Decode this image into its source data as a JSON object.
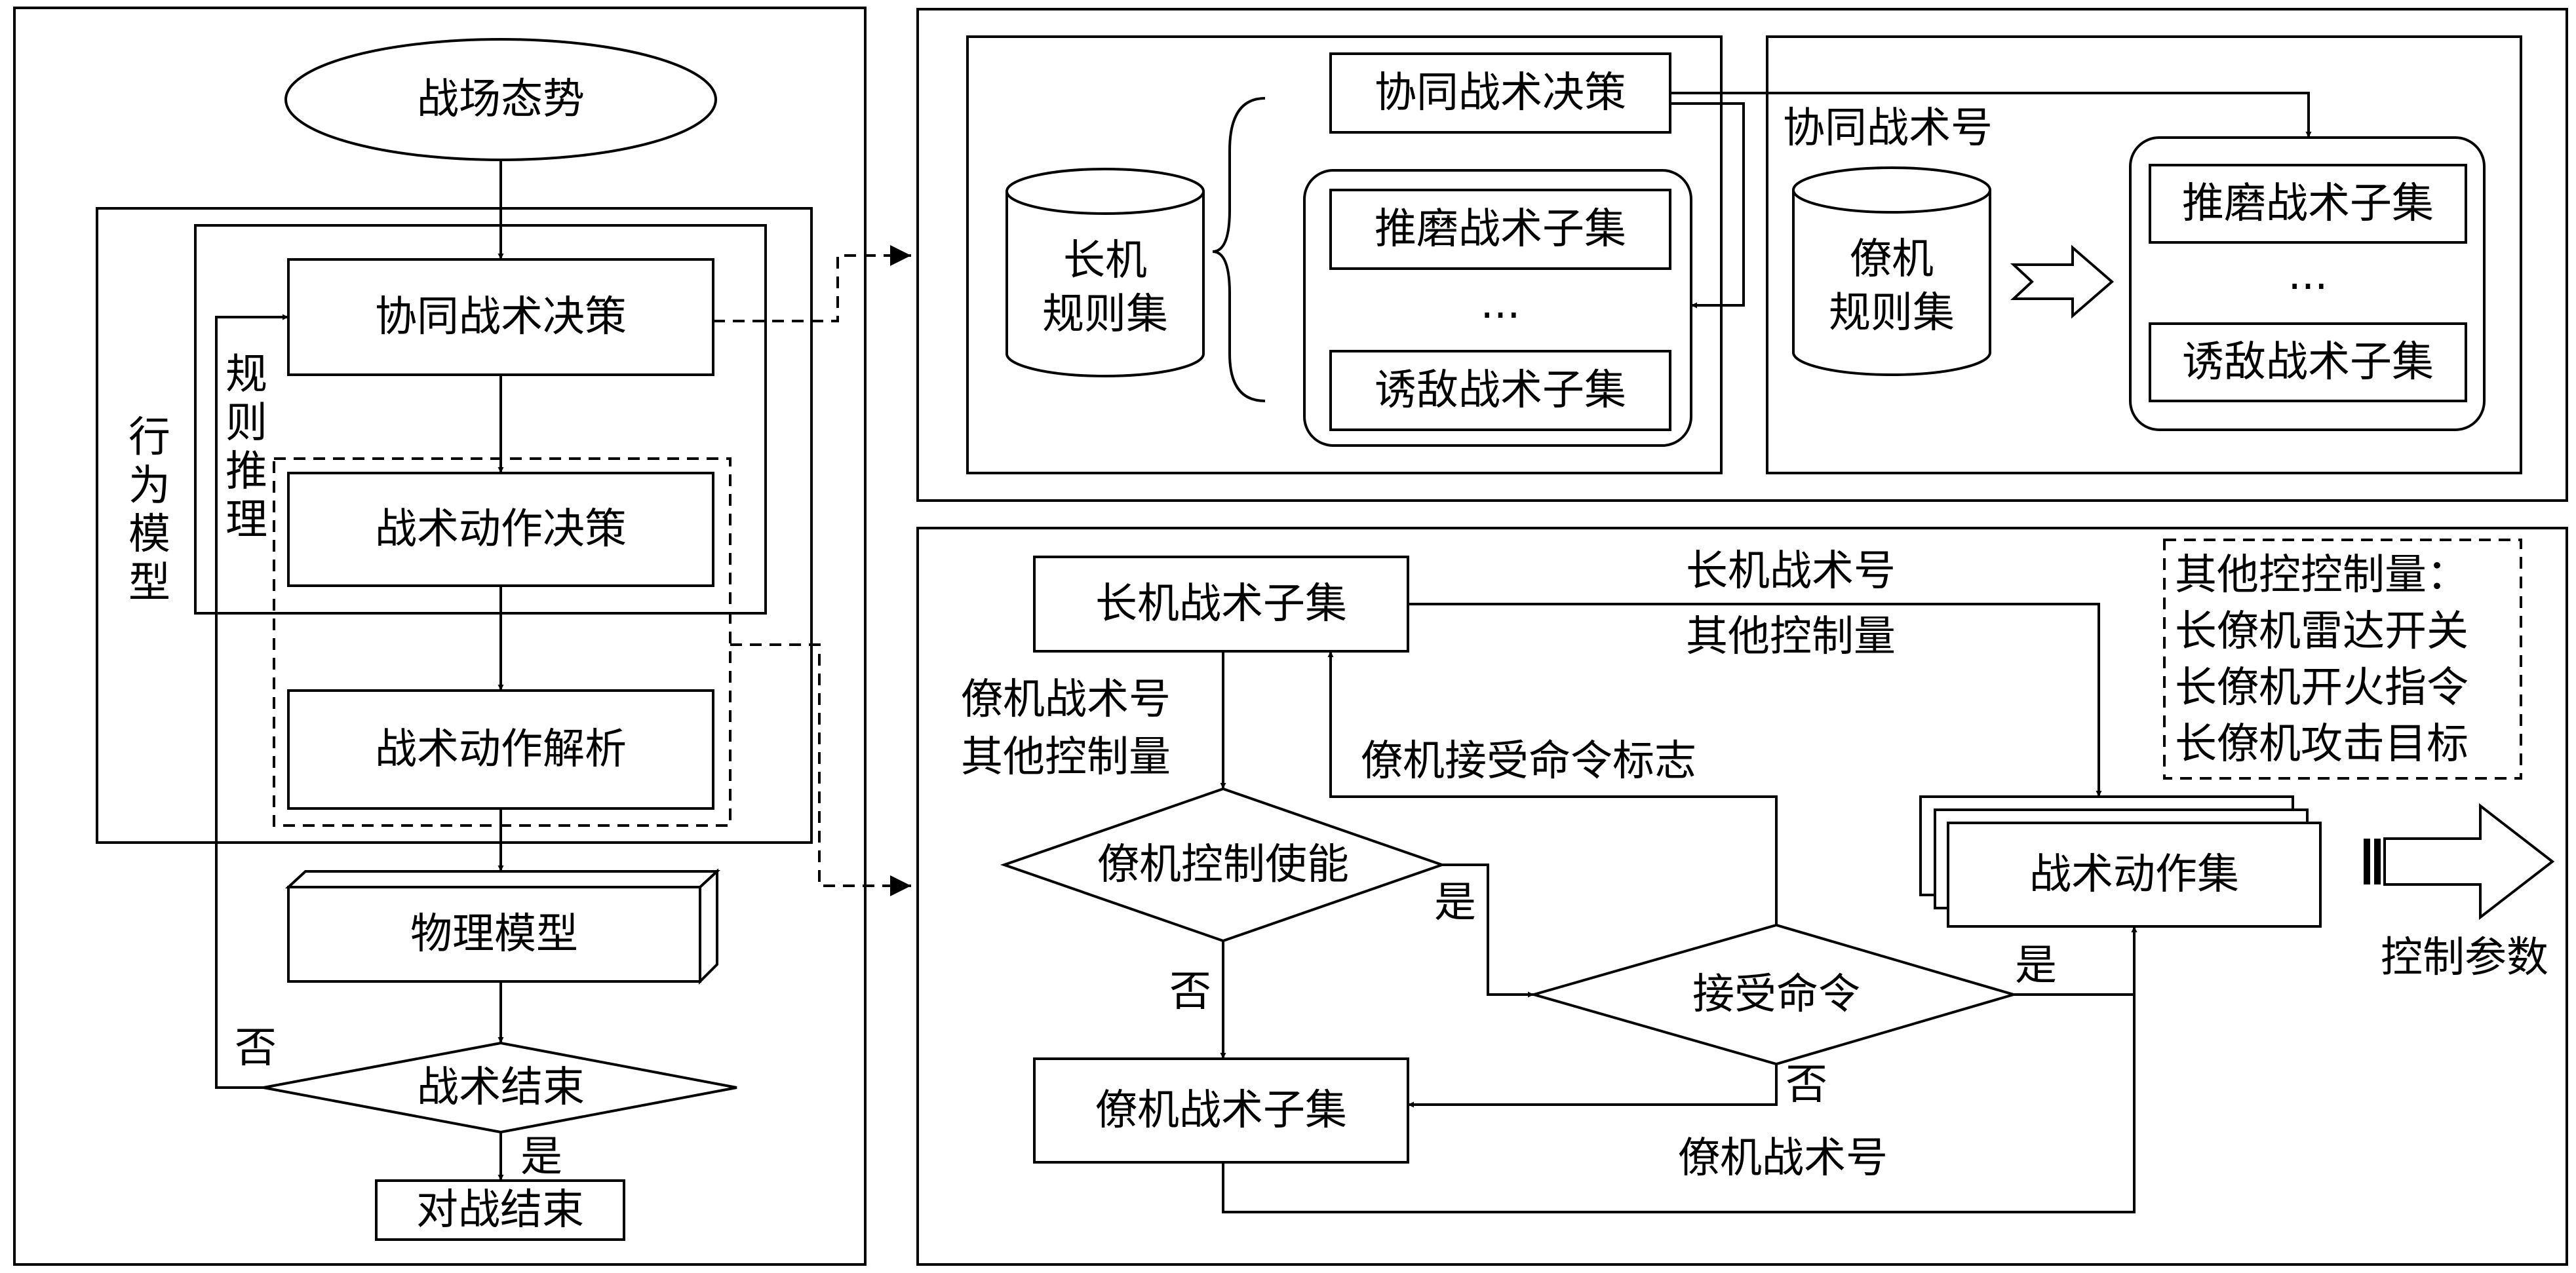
{
  "left": {
    "start": "战场态势",
    "coop_decision": "协同战术决策",
    "action_decision": "战术动作决策",
    "action_parse": "战术动作解析",
    "physical_model": "物理模型",
    "tactic_end": "战术结束",
    "battle_end": "对战结束",
    "behavior_model": "行为模型",
    "rule_reasoning": "规则推理",
    "no": "否",
    "yes": "是"
  },
  "top": {
    "leader_rules": [
      "长机",
      "规则集"
    ],
    "coop_decision": "协同战术决策",
    "grind_subset": "推磨战术子集",
    "ellipsis": "...",
    "lure_subset": "诱敌战术子集",
    "coop_tactic_no": "协同战术号",
    "wing_rules": [
      "僚机",
      "规则集"
    ],
    "wing_grind_subset": "推磨战术子集",
    "wing_ellipsis": "...",
    "wing_lure_subset": "诱敌战术子集"
  },
  "bottom": {
    "leader_subset": "长机战术子集",
    "leader_tactic_no": "长机战术号",
    "other_control": "其他控制量",
    "wing_tactic_no_label": "僚机战术号",
    "wing_other_control": "其他控制量",
    "wing_accept_flag": "僚机接受命令标志",
    "wing_control_enable": "僚机控制使能",
    "yes1": "是",
    "no1": "否",
    "accept_cmd": "接受命令",
    "yes2": "是",
    "no2": "否",
    "wing_subset": "僚机战术子集",
    "wing_tactic_no_bottom": "僚机战术号",
    "action_set": "战术动作集",
    "control_params": "控制参数",
    "note_lines": [
      "其他控控制量：",
      "长僚机雷达开关",
      "长僚机开火指令",
      "长僚机攻击目标"
    ]
  }
}
